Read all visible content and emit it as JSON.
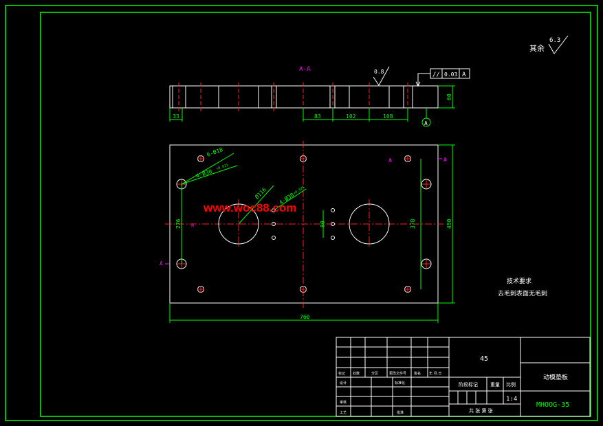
{
  "section_label": "A-A",
  "roughness": {
    "other_label": "其余",
    "value": "6.3",
    "flatness_value": "0.8"
  },
  "tolerance_frame": {
    "symbol": "//",
    "value": "0.03",
    "datum": "A"
  },
  "datum_marker": "A",
  "side_dimensions": {
    "thickness": "60",
    "edge": "33",
    "d1": "83",
    "d2": "102",
    "d3": "108"
  },
  "plan_dimensions": {
    "width": "760",
    "height": "450",
    "left_span": "276",
    "right_span": "378",
    "center_span": "80"
  },
  "hole_notes": {
    "n1": "6-Ø18",
    "n2": "4-Ø30",
    "n2_tol": "+0.021",
    "n3": "Ø116",
    "n4": "4-Ø30",
    "n4_tol": "+0.025"
  },
  "section_marks": {
    "a": "A",
    "a_left": "A",
    "a_right": "A",
    "a_mid": "A"
  },
  "watermark": "www.woc88.com",
  "tech_req": {
    "title": "技术要求",
    "line": "去毛刺表面无毛刺"
  },
  "title_block": {
    "material": "45",
    "part_name": "动模垫板",
    "drawing_no": "MHOOG-35",
    "scale": "1:4",
    "stage_label": "阶段标记",
    "weight_label": "重量",
    "scale_label": "比例",
    "sheet_label": "共 张  第 张",
    "row_labels": [
      "标记",
      "处数",
      "分区",
      "更改文件号",
      "签名",
      "年.月.日"
    ],
    "left_labels": [
      "设计",
      "标准化",
      "审核",
      "工艺",
      "批准"
    ]
  }
}
